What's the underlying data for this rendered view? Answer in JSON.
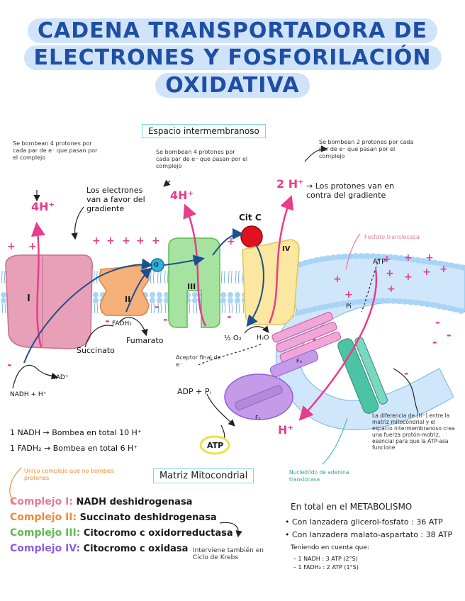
{
  "title": {
    "line1": "CADENA TRANSPORTADORA DE",
    "line2": "ELECTRONES Y FOSFORILACIÓN",
    "line3": "OXIDATIVA"
  },
  "regions": {
    "intermembrane": "Espacio intermembranoso",
    "matrix": "Matriz Mitocondrial"
  },
  "notes": {
    "pump4_left": "Se bombean 4 protones por cada par de e⁻ que pasan por el complejo",
    "pump4_mid": "Se bombean 4 protones por cada par de e⁻ que pasan por el complejo",
    "pump2_right": "Se bombean 2 protones por cada par de e⁻ que pasan por el complejo",
    "electrons_gradient": "Los electrones van a favor del gradiente",
    "protons_against": "→ Los protones van en contra del gradiente",
    "final_acceptor": "Aceptor final de e⁻",
    "gradient_explain": "La diferencia de [H⁺] entre la matriz mitocondrial y el espacio intermembranoso crea una fuerza protón-motriz, esencial para que la ATP-asa funcione",
    "only_complex": "Único complejo que no bombea protones",
    "krebs": "Interviene también en Ciclo de Krebs"
  },
  "protons": {
    "h4_left": "4H⁺",
    "h4_mid": "4H⁺",
    "h2_right": "2 H⁺",
    "h_atpase": "H⁺"
  },
  "complexes": {
    "c1": "I",
    "c2": "II",
    "c3": "III",
    "c4": "IV",
    "q": "Q",
    "cytc": "Cit C",
    "f0": "F₀",
    "f1": "F₁"
  },
  "molecules": {
    "nadh": "NADH + H⁺",
    "nad": "NAD⁺",
    "fadh2": "FADH₂",
    "succinato": "Succinato",
    "fumarato": "Fumarato",
    "o2": "½ O₂",
    "h2o": "H₂O",
    "adp": "ADP + Pᵢ",
    "atp_matrix": "ATP",
    "atp_top": "ATP",
    "pi": "Pi",
    "fosfato_translocasa": "Fosfato translocasa",
    "nucleotido": "Nucleótido de adenina translocasa"
  },
  "totals": {
    "nadh_total": "1 NADH → Bombea en total 10 H⁺",
    "fadh2_total": "1 FADH₂ → Bombea en total 6 H⁺"
  },
  "legend": [
    {
      "key": "Complejo I:",
      "value": "NADH deshidrogenasa",
      "color": "#e8799b"
    },
    {
      "key": "Complejo II:",
      "value": "Succinato deshidrogenasa",
      "color": "#f28a2e"
    },
    {
      "key": "Complejo III:",
      "value": "Citocromo c oxidorreductasa",
      "color": "#5dbb4e"
    },
    {
      "key": "Complejo IV:",
      "value": "Citocromo c oxidasa",
      "color": "#8f5ce0"
    }
  ],
  "summary": {
    "heading": "En total en el METABOLISMO",
    "line1": "• Con lanzadera glicerol-fosfato : 36 ATP",
    "line2": "• Con lanzadera malato-aspartato : 38 ATP",
    "sub": "Teniendo en cuenta que:",
    "sub1": "– 1 NADH : 3 ATP (2°S)",
    "sub2": "– 1 FADH₂ : 2 ATP (1°S)"
  },
  "colors": {
    "title": "#1f4fa3",
    "title_bg": "#cfe3fb",
    "membrane": "#a9d4f5",
    "c1": "#e8a0b8",
    "c2": "#f6b07a",
    "c3": "#a6e3a0",
    "c4": "#fbe7a0",
    "cytc": "#e0121f",
    "atpase_f0": "#f1a6d8",
    "atpase_teal": "#4dc3a6",
    "atpase_f1": "#c59be8",
    "proton_arrow": "#e83c8c",
    "electron_arrow": "#1b4f8f"
  }
}
